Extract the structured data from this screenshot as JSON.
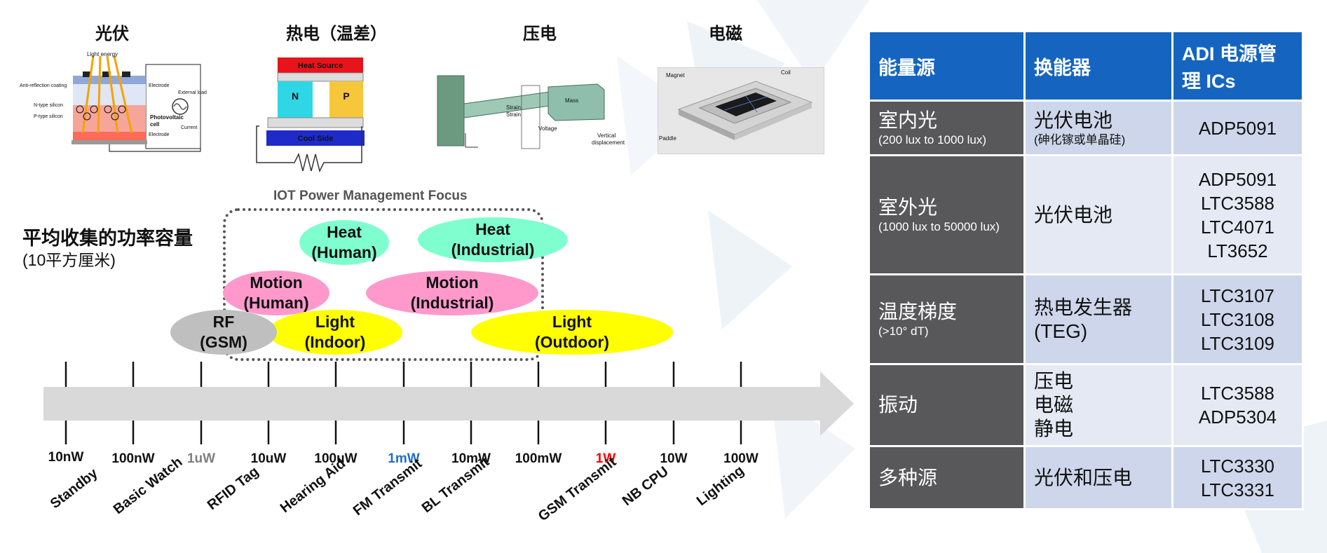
{
  "sections": {
    "pv": "光伏",
    "thermo": "热电（温差）",
    "piezo": "压电",
    "em": "电磁"
  },
  "illustrations": {
    "pv": {
      "light_energy": "Light energy",
      "anti_reflection": "Anti-reflection coating",
      "n_type": "N-type silicon",
      "p_type": "P-type silicon",
      "electrode_top": "Electrode",
      "electrode_bottom": "Electrode",
      "external_load": "External load",
      "pv_cell": "Photovoltaic",
      "pv_cell2": "cell",
      "current": "Current"
    },
    "teg": {
      "heat_source": "Heat Source",
      "cool_side": "Cool Side",
      "n": "N",
      "p": "P"
    },
    "piezo": {
      "strain_top": "Strain",
      "strain_bottom": "Strain",
      "mass": "Mass",
      "voltage": "Voltage",
      "vertical": "Vertical",
      "displacement": "displacement"
    },
    "em": {
      "magnet": "Magnet",
      "coil": "Coil",
      "paddle": "Paddle"
    }
  },
  "left": {
    "title": "平均收集的功率容量",
    "subtitle": "(10平方厘米)",
    "focus_label": "IOT Power Management Focus"
  },
  "ellipses": [
    {
      "l1": "Heat",
      "l2": "(Human)",
      "color": "#7fffcf"
    },
    {
      "l1": "Heat",
      "l2": "(Industrial)",
      "color": "#7fffcf"
    },
    {
      "l1": "Motion",
      "l2": "(Human)",
      "color": "#ff99cc"
    },
    {
      "l1": "Motion",
      "l2": "(Industrial)",
      "color": "#ff99cc"
    },
    {
      "l1": "RF",
      "l2": "(GSM)",
      "color": "#bfbfbf"
    },
    {
      "l1": "Light",
      "l2": "(Indoor)",
      "color": "#ffff00"
    },
    {
      "l1": "Light",
      "l2": "(Outdoor)",
      "color": "#ffff00"
    }
  ],
  "axis": {
    "ticks": [
      {
        "label": "10nW",
        "color": "#111111"
      },
      {
        "label": "100nW",
        "color": "#111111"
      },
      {
        "label": "1uW",
        "color": "#7f7f7f"
      },
      {
        "label": "10uW",
        "color": "#111111"
      },
      {
        "label": "100uW",
        "color": "#111111"
      },
      {
        "label": "1mW",
        "color": "#1f6fc5"
      },
      {
        "label": "10mW",
        "color": "#111111"
      },
      {
        "label": "100mW",
        "color": "#111111"
      },
      {
        "label": "1W",
        "color": "#ff0000"
      },
      {
        "label": "10W",
        "color": "#111111"
      },
      {
        "label": "100W",
        "color": "#111111"
      }
    ],
    "apps": [
      "Standby",
      "Basic Watch",
      "RFID Tag",
      "Hearing Aid",
      "FM Transmit",
      "BL Transmit",
      "GSM Transmit",
      "NB CPU",
      "Lighting"
    ]
  },
  "table": {
    "headers": [
      "能量源",
      "换能器",
      "ADI 电源管理 ICs"
    ],
    "rows": [
      {
        "src": "室内光",
        "src_sub": "(200 lux to 1000 lux)",
        "conv": "光伏电池",
        "conv_sub": "(砷化镓或单晶硅)",
        "ics": [
          "ADP5091"
        ]
      },
      {
        "src": "室外光",
        "src_sub": "(1000 lux to 50000 lux)",
        "conv": "光伏电池",
        "conv_sub": "",
        "ics": [
          "ADP5091",
          "LTC3588",
          "LTC4071",
          "LT3652"
        ]
      },
      {
        "src": "温度梯度",
        "src_sub": "(>10° dT)",
        "conv": "热电发生器",
        "conv_sub2": "(TEG)",
        "ics": [
          "LTC3107",
          "LTC3108",
          "LTC3109"
        ]
      },
      {
        "src": "振动",
        "src_sub": "",
        "conv_lines": [
          "压电",
          "电磁",
          "静电"
        ],
        "ics": [
          "LTC3588",
          "ADP5304"
        ]
      },
      {
        "src": "多种源",
        "src_sub": "",
        "conv": "光伏和压电",
        "ics": [
          "LTC3330",
          "LTC3331"
        ]
      }
    ]
  }
}
